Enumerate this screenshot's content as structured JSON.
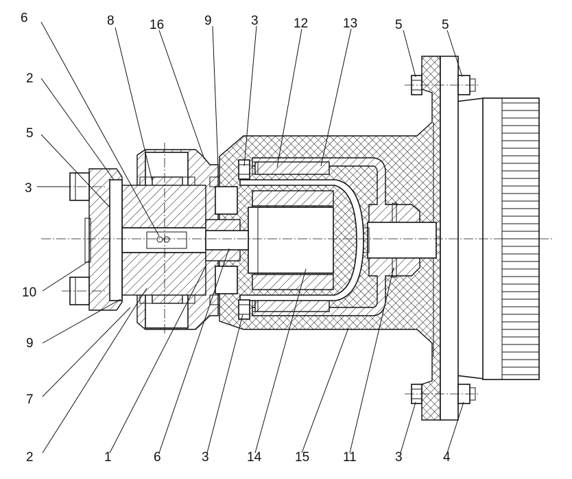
{
  "diagram": {
    "callouts": [
      {
        "id": "c-6-top-left",
        "text": "6"
      },
      {
        "id": "c-8",
        "text": "8"
      },
      {
        "id": "c-16",
        "text": "16"
      },
      {
        "id": "c-9-top",
        "text": "9"
      },
      {
        "id": "c-3-top",
        "text": "3"
      },
      {
        "id": "c-12",
        "text": "12"
      },
      {
        "id": "c-13",
        "text": "13"
      },
      {
        "id": "c-5-top-a",
        "text": "5"
      },
      {
        "id": "c-5-top-b",
        "text": "5"
      },
      {
        "id": "c-2-left-top",
        "text": "2"
      },
      {
        "id": "c-5-left",
        "text": "5"
      },
      {
        "id": "c-3-left",
        "text": "3"
      },
      {
        "id": "c-10",
        "text": "10"
      },
      {
        "id": "c-9-left",
        "text": "9"
      },
      {
        "id": "c-7",
        "text": "7"
      },
      {
        "id": "c-2-bottom",
        "text": "2"
      },
      {
        "id": "c-1",
        "text": "1"
      },
      {
        "id": "c-6-bottom",
        "text": "6"
      },
      {
        "id": "c-3-bottom",
        "text": "3"
      },
      {
        "id": "c-14",
        "text": "14"
      },
      {
        "id": "c-15",
        "text": "15"
      },
      {
        "id": "c-11",
        "text": "11"
      },
      {
        "id": "c-3-bottom-right",
        "text": "3"
      },
      {
        "id": "c-4",
        "text": "4"
      }
    ]
  }
}
